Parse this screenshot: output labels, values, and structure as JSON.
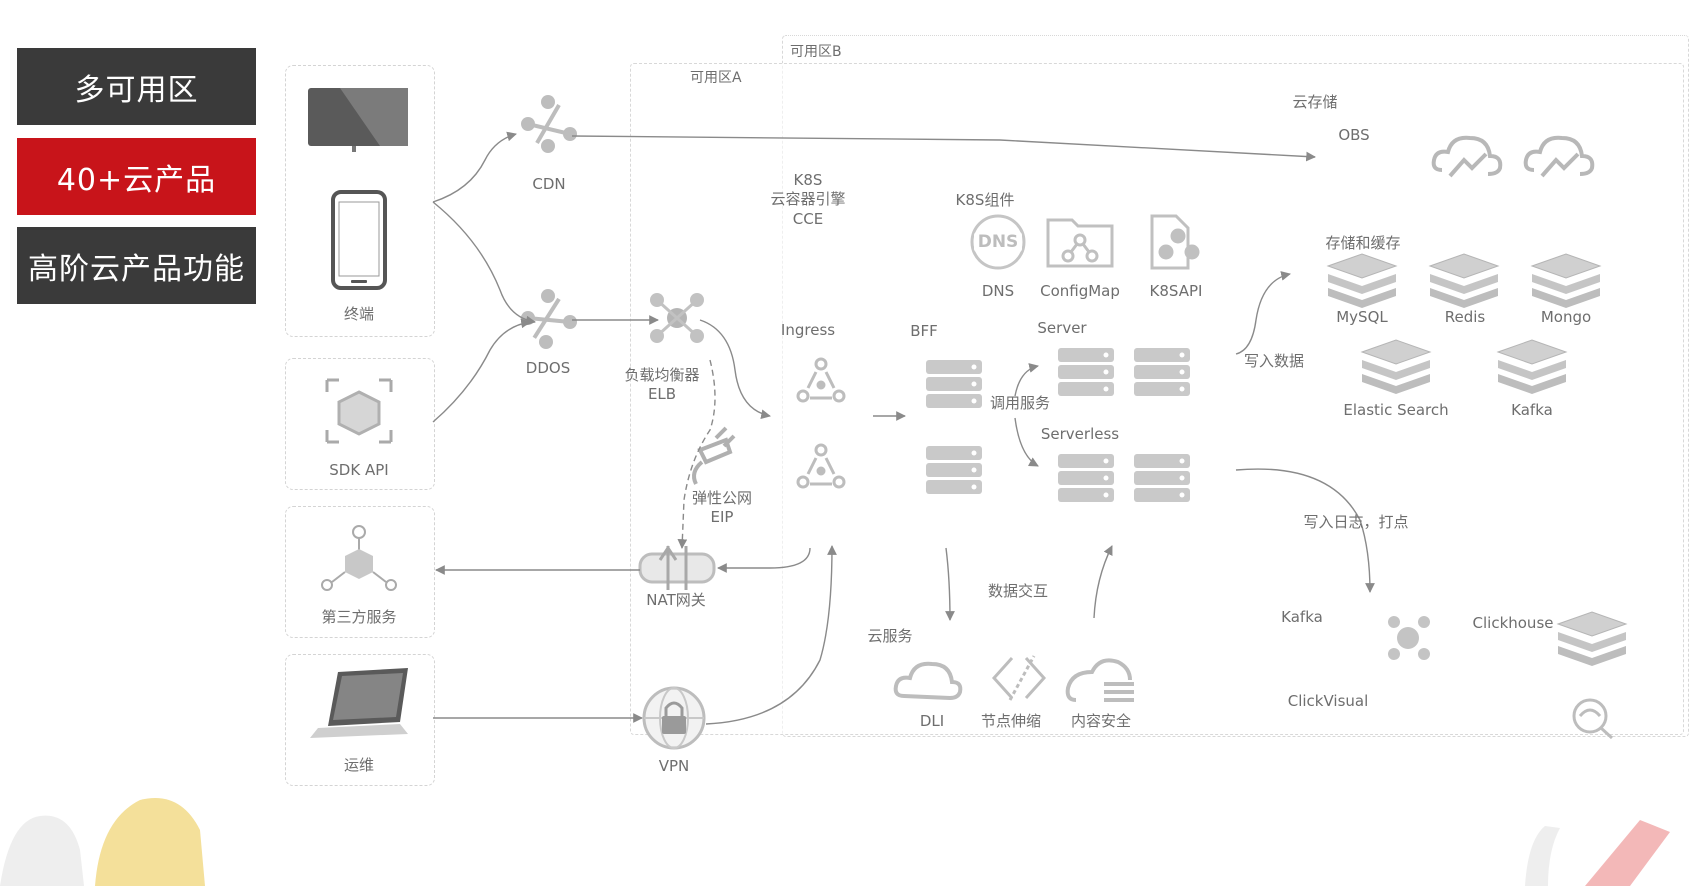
{
  "tags": {
    "multi_az": "多可用区",
    "products": "40+云产品",
    "advanced": "高阶云产品功能"
  },
  "zones": {
    "a": "可用区A",
    "b": "可用区B"
  },
  "clients": {
    "terminal": "终端",
    "sdk": "SDK API",
    "third_party": "第三方服务",
    "ops": "运维"
  },
  "network": {
    "cdn": "CDN",
    "ddos": "DDOS",
    "elb_1": "负载均衡器",
    "elb_2": "ELB",
    "eip_1": "弹性公网",
    "eip_2": "EIP",
    "nat": "NAT网关",
    "vpn": "VPN"
  },
  "k8s": {
    "line1": "K8S",
    "line2": "云容器引擎",
    "line3": "CCE",
    "components": "K8S组件",
    "dns_badge": "DNS",
    "dns": "DNS",
    "configmap": "ConfigMap",
    "k8sapi": "K8SAPI"
  },
  "compute": {
    "ingress": "Ingress",
    "bff": "BFF",
    "server": "Server",
    "serverless": "Serverless",
    "call": "调用服务"
  },
  "storage": {
    "cloud_storage": "云存储",
    "obs": "OBS",
    "store_cache": "存储和缓存",
    "mysql": "MySQL",
    "redis": "Redis",
    "mongo": "Mongo",
    "elastic": "Elastic Search",
    "kafka": "Kafka"
  },
  "flows": {
    "write_data": "写入数据",
    "write_log": "写入日志，打点",
    "data_exchange": "数据交互"
  },
  "cloud_services": {
    "title": "云服务",
    "dli": "DLI",
    "node_scale": "节点伸缩",
    "content_security": "内容安全"
  },
  "logging": {
    "kafka": "Kafka",
    "clickhouse": "Clickhouse",
    "clickvisual": "ClickVisual"
  },
  "colors": {
    "dark_tag": "#3a3a3a",
    "red_tag": "#c8141a",
    "icon_gray": "#9a9a9a",
    "line_gray": "#8a8a8a"
  }
}
